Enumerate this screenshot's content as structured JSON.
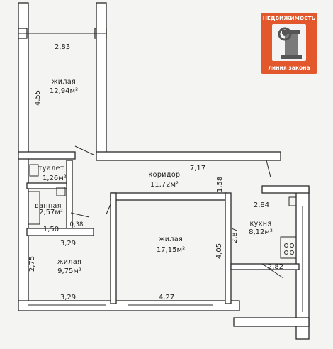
{
  "logo": {
    "top_text": "НЕДВИЖИМОСТЬ",
    "bottom_text": "линия закона",
    "color": "#e2572b"
  },
  "rooms": {
    "living1": {
      "name": "жилая",
      "area": "12,94м²"
    },
    "toilet": {
      "name": "туалет",
      "area": "1,26м²"
    },
    "corridor": {
      "name": "коридор",
      "area": "11,72м²"
    },
    "bathroom": {
      "name": "ванная",
      "area": "2,57м²"
    },
    "living2": {
      "name": "жилая",
      "area": "17,15м²"
    },
    "kitchen": {
      "name": "кухня",
      "area": "8,12м²"
    },
    "living3": {
      "name": "жилая",
      "area": "9,75м²"
    }
  },
  "dimensions": {
    "d_283": "2,83",
    "d_455": "4,55",
    "d_717": "7,17",
    "d_158": "1,58",
    "d_284": "2,84",
    "d_150": "1,50",
    "d_038": "0,38",
    "d_329_top": "3,29",
    "d_287": "2,87",
    "d_405": "4,05",
    "d_275": "2,75",
    "d_282": "2,82",
    "d_329_bottom": "3,29",
    "d_427": "4,27"
  }
}
